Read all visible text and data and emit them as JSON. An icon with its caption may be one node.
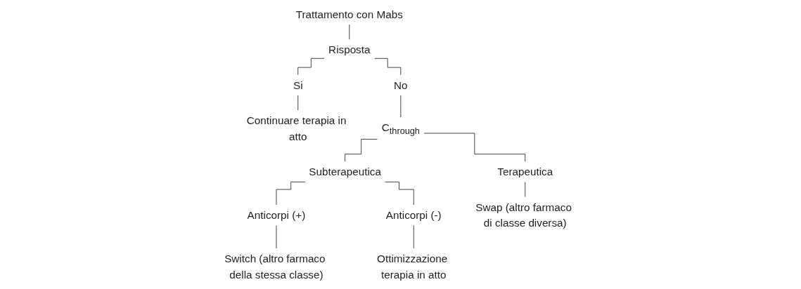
{
  "diagram": {
    "nodes": [
      {
        "text": [
          "Trattamento con Mabs"
        ]
      },
      {
        "text": [
          "Risposta"
        ]
      },
      {
        "text": [
          "Si"
        ]
      },
      {
        "text": [
          "No"
        ]
      },
      {
        "text": [
          "Continuare terapia in atto"
        ]
      },
      {
        "text": [
          "C$_{through}$"
        ]
      },
      {
        "text": [
          "Subterapeutica"
        ]
      },
      {
        "text": [
          "Terapeutica"
        ]
      },
      {
        "text": [
          "Anticorpi (+)"
        ]
      },
      {
        "text": [
          "Anticorpi (-)"
        ]
      },
      {
        "text": [
          "Switch (altro farmaco della stessa classe)"
        ]
      },
      {
        "text": [
          "Ottimizzazione terapia in atto"
        ]
      },
      {
        "text": [
          "Swap (altro farmaco di classe diversa)"
        ]
      }
    ],
    "edges": [
      {
        "from": 0,
        "to": 1,
        "arrow": "none"
      },
      {
        "from": 1,
        "to": 2,
        "arrow": "none"
      },
      {
        "from": 1,
        "to": 3,
        "arrow": "none"
      },
      {
        "from": 2,
        "to": 4,
        "arrow": "none"
      },
      {
        "from": 3,
        "to": 5,
        "arrow": "none"
      },
      {
        "from": 5,
        "to": 6,
        "arrow": "none"
      },
      {
        "from": 5,
        "to": 7,
        "arrow": "none"
      },
      {
        "from": 6,
        "to": 8,
        "arrow": "none"
      },
      {
        "from": 6,
        "to": 9,
        "arrow": "none"
      },
      {
        "from": 8,
        "to": 10,
        "arrow": "none"
      },
      {
        "from": 9,
        "to": 11,
        "arrow": "none"
      },
      {
        "from": 7,
        "to": 12,
        "arrow": "none"
      }
    ]
  }
}
